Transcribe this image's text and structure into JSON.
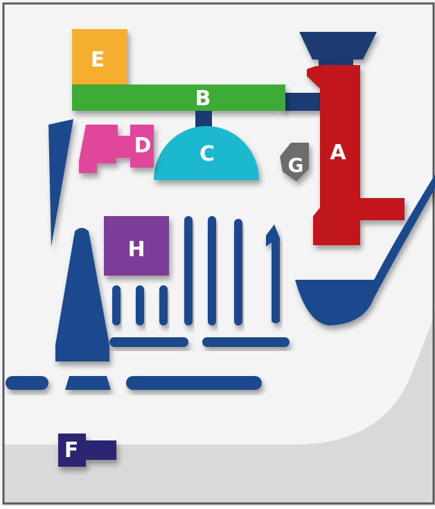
{
  "colors": {
    "background": "#f4f4f4",
    "floor": "#d9d9d9",
    "frame": "#5a5a5a",
    "structure_blue": "#1f4a8e",
    "navy": "#1c3a72",
    "label_text": "#ffffff"
  },
  "components": {
    "A": {
      "label": "A",
      "color": "#c0191f"
    },
    "B": {
      "label": "B",
      "color": "#3cab35"
    },
    "C": {
      "label": "C",
      "color": "#1fb8cf"
    },
    "D": {
      "label": "D",
      "color": "#e0479a"
    },
    "E": {
      "label": "E",
      "color": "#f6ae2d"
    },
    "F": {
      "label": "F",
      "color": "#2a2872"
    },
    "G": {
      "label": "G",
      "color": "#6d6d6d"
    },
    "H": {
      "label": "H",
      "color": "#7c3c98"
    }
  }
}
